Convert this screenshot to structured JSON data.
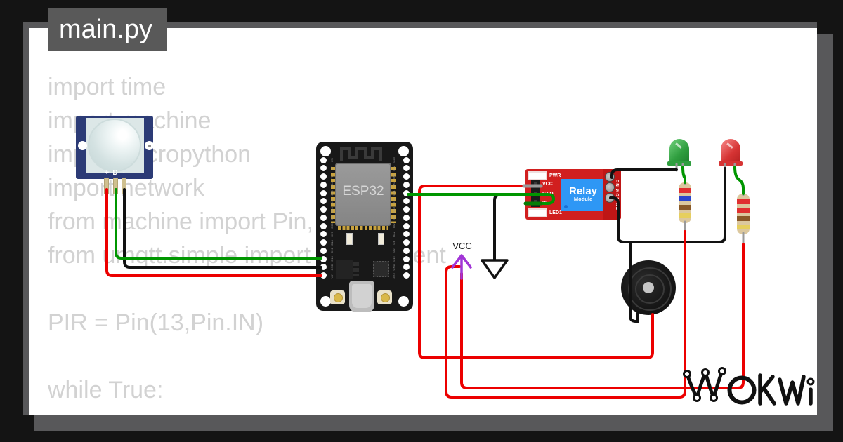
{
  "tab": {
    "label": "main.py"
  },
  "code": {
    "lines": [
      "import time",
      "import machine",
      "import micropython",
      "import network",
      "from machine import Pin,",
      "from umqtt.simple import MQTTClient",
      "",
      "PIR = Pin(13,Pin.IN)",
      "",
      "while True:"
    ]
  },
  "logo": {
    "text": "WOKWI"
  },
  "pir": {
    "pin_labels": [
      "+",
      "D",
      "-"
    ]
  },
  "esp32": {
    "chip_label": "ESP32",
    "left_pins": [
      "EN",
      "VP",
      "VN",
      "D34",
      "D35",
      "D32",
      "D33",
      "D25",
      "D26",
      "D27",
      "D14",
      "D12",
      "D13",
      "GND",
      "VIN"
    ],
    "right_pins": [
      "D23",
      "D22",
      "TX0",
      "RX0",
      "D21",
      "D19",
      "D18",
      "D5",
      "TX2",
      "RX2",
      "D4",
      "D2",
      "D15",
      "GND",
      "3V3"
    ]
  },
  "relay": {
    "power_led_label": "PWR",
    "status_led_label": "LED1",
    "pins": [
      "VCC",
      "GND",
      "IN"
    ],
    "title": "Relay",
    "subtitle": "Module",
    "terminal_label": "NO COM NC"
  },
  "symbols": {
    "vcc_label": "VCC"
  },
  "resistors": {
    "r1_bands": [
      "#e03030",
      "#2b46cc",
      "#8a5a28",
      "#e6cf5e"
    ],
    "r2_bands": [
      "#e03030",
      "#e03030",
      "#8a5a28",
      "#e6cf5e"
    ]
  },
  "colors": {
    "background": "#141414",
    "page_shadow": "#58585a",
    "tab_bg": "#595959",
    "code_text": "#d2d2d2",
    "wire_red": "#ec0000",
    "wire_green": "#009600",
    "wire_black": "#111111",
    "pir_board_blue": "#2c3b76",
    "relay_board_red": "#d11f1f",
    "relay_module_blue": "#2e97f5",
    "vcc_symbol_purple": "#a135d6"
  }
}
